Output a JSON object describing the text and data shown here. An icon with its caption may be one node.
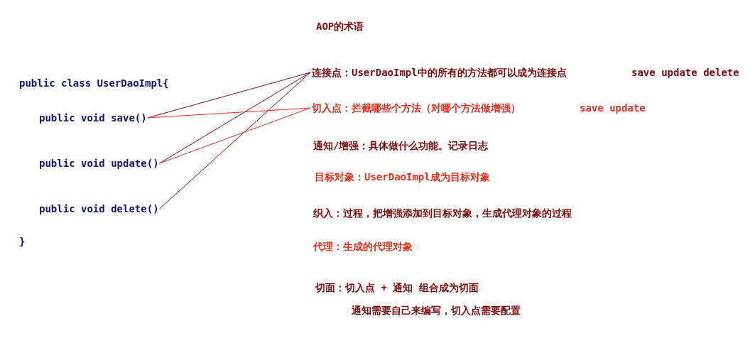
{
  "diagram": {
    "title": "AOP的术语",
    "nodes": [
      {
        "text": [
          "public void save()"
        ]
      },
      {
        "text": [
          "public void update()"
        ]
      },
      {
        "text": [
          "public void delete()"
        ]
      },
      {
        "text": [
          "连接点：UserDaoImpl中的所有的方法都可以成为连接点"
        ]
      },
      {
        "text": [
          "切入点：拦截哪些个方法（对哪个方法做增强）"
        ]
      }
    ],
    "edges": [
      {
        "from": 0,
        "to": 3,
        "arrow": "none"
      },
      {
        "from": 1,
        "to": 3,
        "arrow": "none"
      },
      {
        "from": 2,
        "to": 3,
        "arrow": "none"
      },
      {
        "from": 0,
        "to": 4,
        "arrow": "none",
        "color": "#e0301e"
      },
      {
        "from": 1,
        "to": 4,
        "arrow": "none",
        "color": "#e0301e"
      }
    ],
    "labels": [
      "save update delete",
      "public class UserDaoImpl{",
      "save update",
      "}",
      "通知/增强：具体做什么功能。记录日志",
      "目标对象：UserDaoImpl成为目标对象",
      "织入：过程，把增强添加到目标对象，生成代理对象的过程",
      "代理：生成的代理对象",
      "切面：切入点 + 通知 组合成为切面",
      "通知需要自己来编写，切入点需要配置"
    ]
  }
}
